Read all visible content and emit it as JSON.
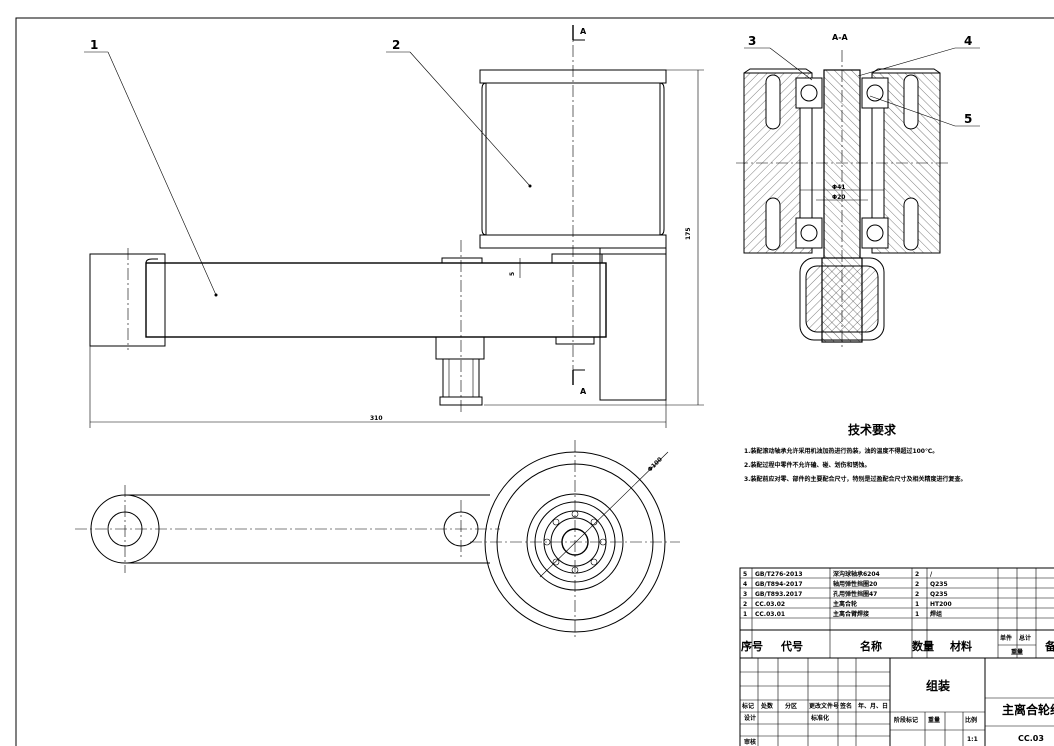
{
  "callouts": [
    "1",
    "2",
    "3",
    "4",
    "5"
  ],
  "section_label": "A-A",
  "section_marks": [
    "A",
    "A"
  ],
  "dimensions": {
    "overall_length": "310",
    "height": "175",
    "small_offset": "5",
    "diameter": "Φ100",
    "bore1": "Φ41",
    "bore2": "Φ20"
  },
  "tech_requirements": {
    "title": "技术要求",
    "items": [
      "1.装配滚动轴承允许采用机油加热进行热装，油的温度不得超过100℃。",
      "2.装配过程中零件不允许磕、碰、划伤和锈蚀。",
      "3.装配前应对零、部件的主要配合尺寸，特别是过盈配合尺寸及相关精度进行复查。"
    ]
  },
  "parts_list": [
    {
      "no": "5",
      "code": "GB/T276-2013",
      "name": "深沟球轴承6204",
      "qty": "2",
      "material": "/"
    },
    {
      "no": "4",
      "code": "GB/T894-2017",
      "name": "轴用弹性挡圈20",
      "qty": "2",
      "material": "Q235"
    },
    {
      "no": "3",
      "code": "GB/T893.2017",
      "name": "孔用弹性挡圈47",
      "qty": "2",
      "material": "Q235"
    },
    {
      "no": "2",
      "code": "CC.03.02",
      "name": "主离合轮",
      "qty": "1",
      "material": "HT200"
    },
    {
      "no": "1",
      "code": "CC.03.01",
      "name": "主离合臂焊接",
      "qty": "1",
      "material": "焊组"
    }
  ],
  "parts_header": {
    "no": "序号",
    "code": "代号",
    "name": "名称",
    "qty": "数量",
    "material": "材料",
    "unit_mass": "单件",
    "total_mass": "总计",
    "mass": "重量",
    "note": "备"
  },
  "title_block": {
    "assembly": "组装",
    "drawing_title": "主离合轮组装",
    "drawing_no": "CC.03",
    "scale": "1:1",
    "col_labels": [
      "标记",
      "处数",
      "分区",
      "更改文件号",
      "签名",
      "年、月、日"
    ],
    "role_design": "设计",
    "role_standard": "标准化",
    "role_review": "审核",
    "stage_label": "阶段标记",
    "weight_label": "重量",
    "ratio_label": "比例"
  }
}
